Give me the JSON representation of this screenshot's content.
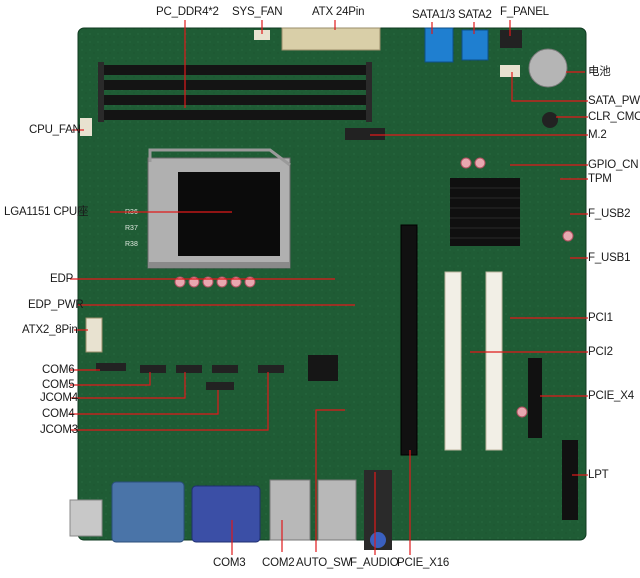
{
  "image": {
    "subject": "industrial motherboard",
    "board_color": "#1e5a34",
    "callout_color": "#e0191b",
    "label_color": "#1a1a1a"
  },
  "silkscreen": {
    "lga_marks": [
      "R36",
      "R37",
      "R38"
    ]
  },
  "callouts": {
    "pc_ddr4": "PC_DDR4*2",
    "sys_fan": "SYS_FAN",
    "atx_24pin": "ATX 24Pin",
    "sata13": "SATA1/3",
    "sata2": "SATA2",
    "f_panel": "F_PANEL",
    "battery": "电池",
    "sata_pwr": "SATA_PWR",
    "clr_cmos": "CLR_CMOS",
    "cpu_fan": "CPU_FAN",
    "m2": "M.2",
    "gpio_cn": "GPIO_CN",
    "tpm": "TPM",
    "lga1151": "LGA1151 CPU座",
    "f_usb2": "F_USB2",
    "f_usb1": "F_USB1",
    "edp": "EDP",
    "edp_pwr": "EDP_PWR",
    "atx2_8pin": "ATX2_8Pin",
    "pci1": "PCI1",
    "pci2": "PCI2",
    "com6": "COM6",
    "com5": "COM5",
    "jcom4": "JCOM4",
    "com4": "COM4",
    "jcom3": "JCOM3",
    "pcie_x4": "PCIE_X4",
    "lpt": "LPT",
    "com3": "COM3",
    "com2": "COM2",
    "auto_sw": "AUTO_SW",
    "f_audio": "F_AUDIO",
    "pcie_x16": "PCIE_X16"
  }
}
